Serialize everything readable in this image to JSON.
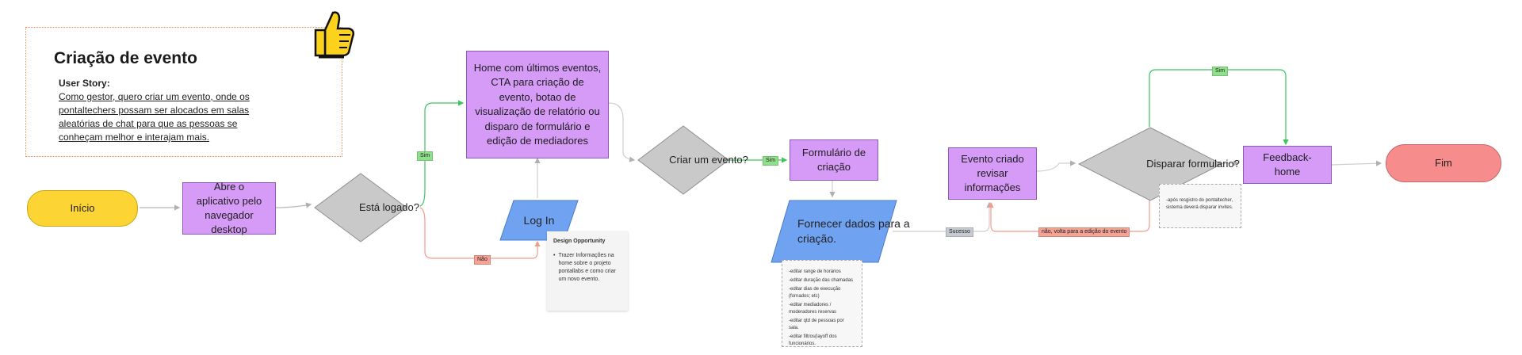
{
  "story": {
    "title": "Criação de evento",
    "subtitle": "User Story:",
    "lines": [
      "Como gestor, quero criar um evento, onde os",
      "pontaltechers possam ser alocados em salas",
      "aleatórias de chat para que as pessoas se",
      "conheçam melhor e interajam mais."
    ],
    "icon": "thumbs-up-icon"
  },
  "nodes": {
    "inicio": "Início",
    "abrir": "Abre o aplicativo pelo navegador desktop",
    "logado": "Está logado?",
    "login": "Log In",
    "home": "Home com últimos eventos, CTA para criação de evento, botao de visualização de relatório ou disparo de formulário e edição de mediadores",
    "criar": "Criar um evento?",
    "formulario": "Formulário de criação",
    "fornecer": "Fornecer dados para a criação.",
    "evento_criado": "Evento criado revisar informações",
    "disparar": "Disparar formulario?",
    "feedback": "Feedback-home",
    "fim": "Fim"
  },
  "tags": {
    "sim1": "Sim",
    "nao1": "Não",
    "sim2": "Sim",
    "sucesso": "Sucesso",
    "nao_volta": "não, volta para a edição do evento",
    "sim3": "Sim"
  },
  "design_card": {
    "title": "Design Opportunity",
    "text": "Trazer Informações na home sobre o projeto pontallabs e como criar um novo evento."
  },
  "notes": {
    "fornecer": [
      "-editar range de horários",
      "-editar duração das chamadas",
      "-editar dias de execução (fornados; etc)",
      "-editar mediadores / moderadores reservas",
      "-editar qtd de pessoas por sala.",
      "-editar filtros(layoff dos funcionários."
    ],
    "disparar": "-após resgistro do pontaltecher, sistema deverá disparar invites."
  },
  "colors": {
    "process": "#d59bf6",
    "terminal_start": "#fcd535",
    "terminal_end": "#f68c8c",
    "decision": "#c9c9c9",
    "io": "#6fa3f2",
    "yes_line": "#3fc55f",
    "no_line": "#f29b8b"
  }
}
